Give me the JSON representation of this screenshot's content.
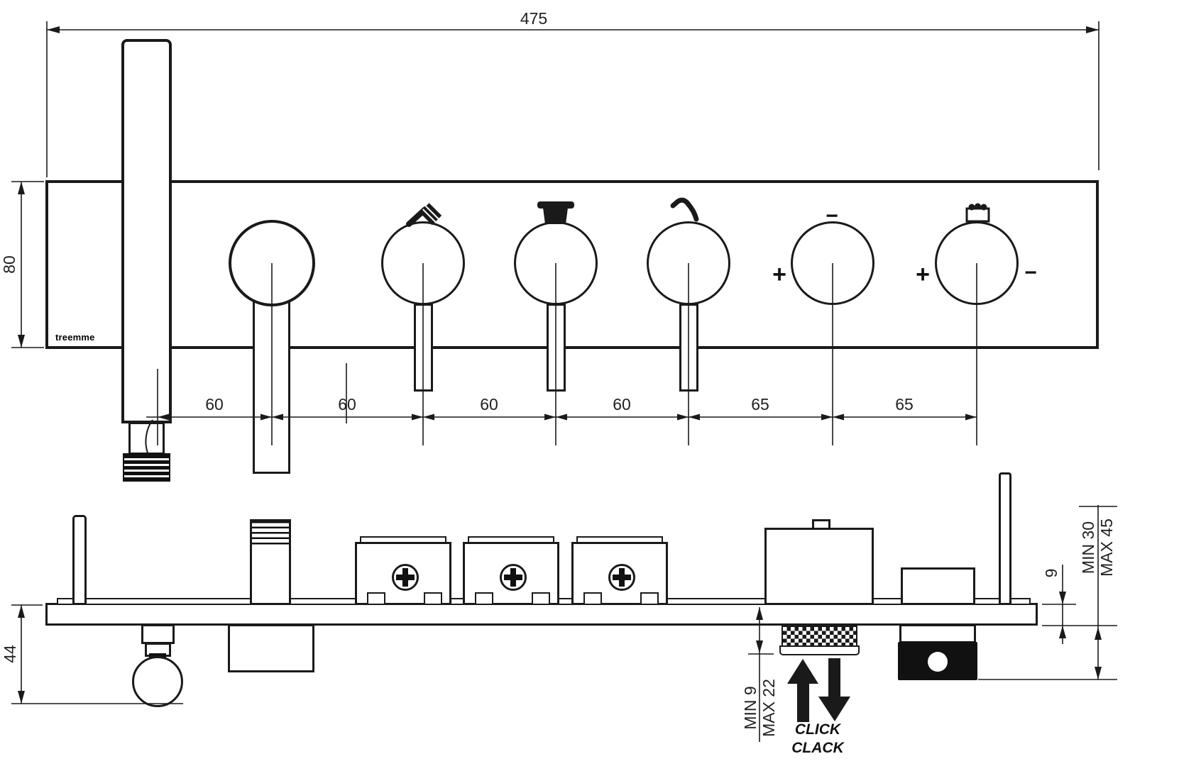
{
  "brand": "treemme",
  "colors": {
    "line": "#1a1a1a",
    "background": "#ffffff"
  },
  "top_view": {
    "width_dim": "475",
    "height_dim": "80",
    "spacings": [
      "60",
      "60",
      "60",
      "60",
      "65",
      "65"
    ],
    "knob5_minus": "−",
    "knob5_plus": "+",
    "knob6_plus": "+",
    "knob6_minus": "−",
    "icons": {
      "knob2": "handshower-icon",
      "knob3": "overhead-shower-icon",
      "knob4": "tub-spout-icon",
      "knob6": "cascade-spout-icon"
    }
  },
  "side_view": {
    "height_dim": "44",
    "plate_thickness_dim": "9",
    "depth_min": "MIN 30",
    "depth_max": "MAX 45",
    "protrusion_min": "MIN 9",
    "protrusion_max": "MAX 22",
    "click": "CLICK",
    "clack": "CLACK",
    "icons": {
      "screw": "screw-icon",
      "up": "arrow-up-icon",
      "down": "arrow-down-icon"
    }
  }
}
